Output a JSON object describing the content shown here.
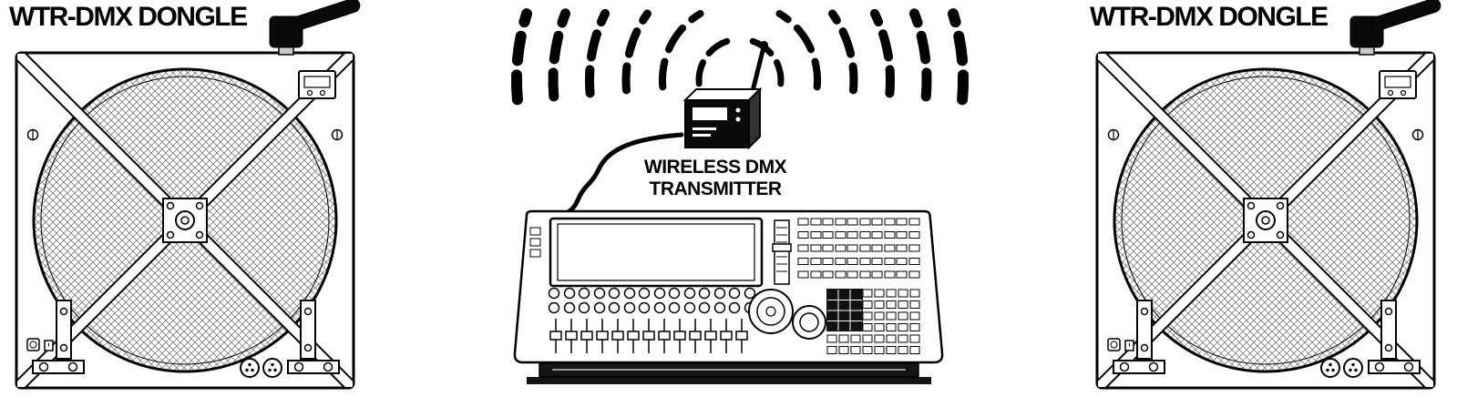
{
  "devices": {
    "left_fan": {
      "label": "WTR-DMX DONGLE"
    },
    "right_fan": {
      "label": "WTR-DMX DONGLE"
    },
    "transmitter": {
      "label_line1": "WIRELESS DMX",
      "label_line2": "TRANSMITTER"
    }
  },
  "colors": {
    "ink": "#000000",
    "background": "#ffffff",
    "device_body": "#0a0a0a"
  }
}
